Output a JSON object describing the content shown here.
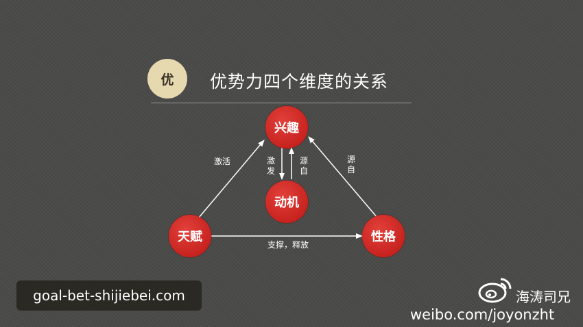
{
  "header": {
    "badge": "优",
    "title": "优势力四个维度的关系"
  },
  "diagram": {
    "nodes": {
      "interest": "兴趣",
      "motivation": "动机",
      "talent": "天赋",
      "personality": "性格"
    },
    "edges": {
      "talent_to_interest": "激活",
      "interest_to_motivation": "激发",
      "motivation_to_interest": "源自",
      "personality_to_interest": "源自",
      "talent_to_personality": "支撑，释放"
    }
  },
  "watermarks": {
    "site": "goal-bet-shijiebei.com",
    "weibo_name": "海涛司兄",
    "weibo_url": "weibo.com/joyonzht"
  },
  "colors": {
    "node_red": "#c8231f",
    "badge_beige": "#e6d9b0",
    "background": "#4a4a48"
  }
}
